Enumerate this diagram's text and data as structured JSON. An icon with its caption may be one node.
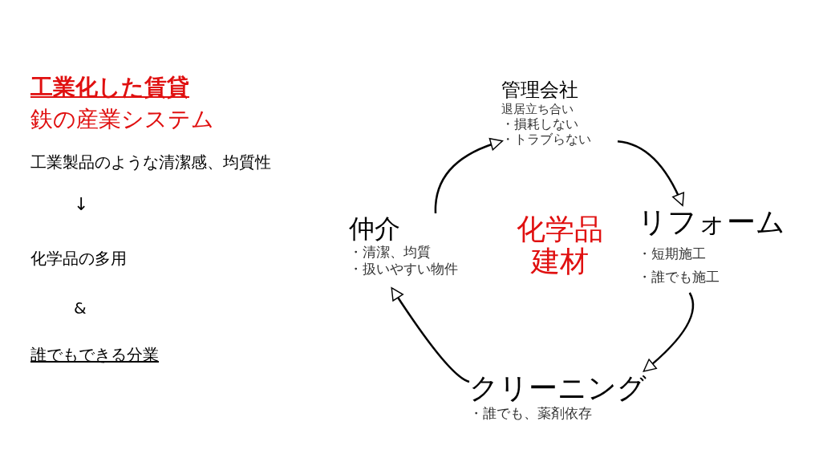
{
  "diagram": {
    "nodes": [
      {
        "text": [
          "管理会社",
          "退居立ち合い",
          "・損耗しない",
          "・トラブらない"
        ]
      },
      {
        "text": [
          "リフォーム",
          "・短期施工",
          "・誰でも施工"
        ]
      },
      {
        "text": [
          "クリーニング",
          "・誰でも、薬剤依存"
        ]
      },
      {
        "text": [
          "仲介",
          "・清潔、均質",
          "・扱いやすい物件"
        ]
      },
      {
        "text": [
          "化学品建材"
        ]
      }
    ],
    "edges": [
      {
        "from": 0,
        "to": 1,
        "arrow": "to"
      },
      {
        "from": 1,
        "to": 2,
        "arrow": "to"
      },
      {
        "from": 2,
        "to": 3,
        "arrow": "to"
      },
      {
        "from": 3,
        "to": 0,
        "arrow": "to"
      }
    ],
    "labels": [
      "工業化した賃貸",
      "鉄の産業システム",
      "工業製品のような清潔感、均質性",
      "↓",
      "化学品の多用",
      "&",
      "誰でもできる分業"
    ]
  }
}
